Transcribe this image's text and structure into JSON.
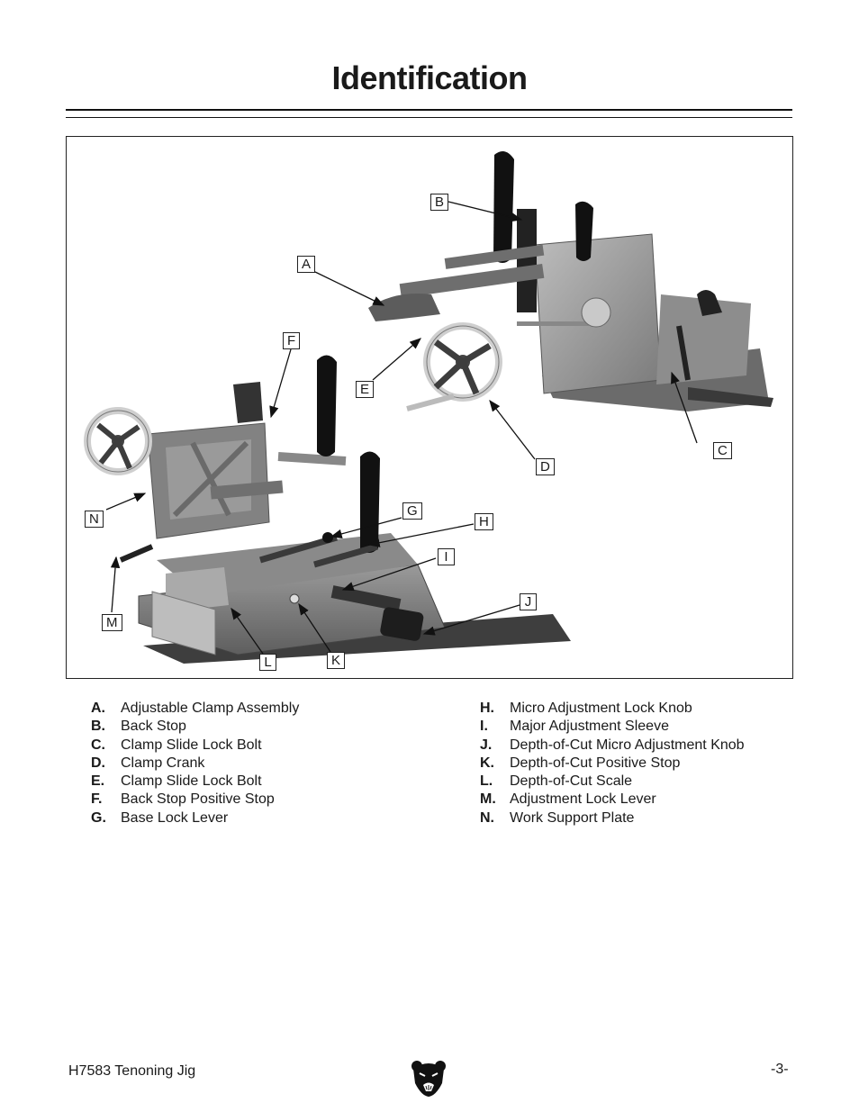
{
  "page_title": "Identification",
  "callouts": [
    "A",
    "B",
    "C",
    "D",
    "E",
    "F",
    "G",
    "H",
    "I",
    "J",
    "K",
    "L",
    "M",
    "N"
  ],
  "legend_left": [
    {
      "key": "A.",
      "text": "Adjustable Clamp Assembly"
    },
    {
      "key": "B.",
      "text": "Back Stop"
    },
    {
      "key": "C.",
      "text": "Clamp Slide Lock Bolt"
    },
    {
      "key": "D.",
      "text": "Clamp Crank"
    },
    {
      "key": "E.",
      "text": "Clamp Slide Lock Bolt"
    },
    {
      "key": "F.",
      "text": "Back Stop Positive Stop"
    },
    {
      "key": "G.",
      "text": "Base Lock Lever"
    }
  ],
  "legend_right": [
    {
      "key": "H.",
      "text": "Micro Adjustment Lock Knob"
    },
    {
      "key": "I.",
      "text": "Major Adjustment Sleeve"
    },
    {
      "key": "J.",
      "text": "Depth-of-Cut Micro Adjustment Knob"
    },
    {
      "key": "K.",
      "text": "Depth-of-Cut Positive Stop"
    },
    {
      "key": "L.",
      "text": "Depth-of-Cut Scale"
    },
    {
      "key": "M.",
      "text": "Adjustment Lock Lever"
    },
    {
      "key": "N.",
      "text": "Work Support Plate"
    }
  ],
  "footer": {
    "model": "H7583 Tenoning Jig",
    "page_number": "-3-"
  },
  "icons": [
    "grizzly-bear-logo-icon"
  ]
}
